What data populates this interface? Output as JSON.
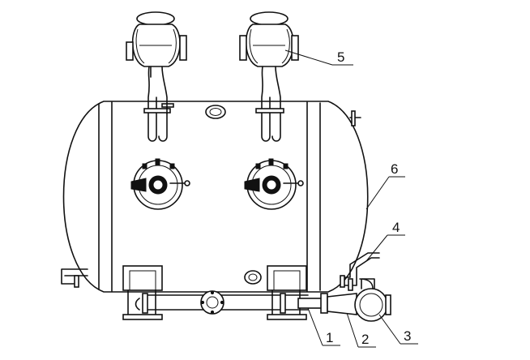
{
  "callouts": [
    {
      "id": "1",
      "text": "1"
    },
    {
      "id": "2",
      "text": "2"
    },
    {
      "id": "3",
      "text": "3"
    },
    {
      "id": "4",
      "text": "4"
    },
    {
      "id": "5",
      "text": "5"
    },
    {
      "id": "6",
      "text": "6"
    }
  ],
  "colors": {
    "line": "#111111",
    "background": "#ffffff"
  }
}
